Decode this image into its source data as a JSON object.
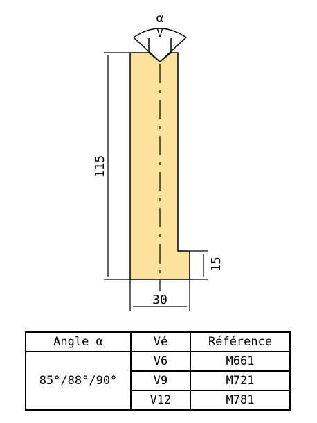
{
  "drawing": {
    "angle_symbol": "α",
    "vee_label": "V",
    "height_dim": "115",
    "step_dim": "15",
    "width_dim": "30",
    "fill_color": "#FAE29A",
    "line_color": "#000000"
  },
  "table": {
    "headers": [
      "Angle α",
      "Vé",
      "Référence"
    ],
    "angle_value": "85°/88°/90°",
    "rows": [
      {
        "vee": "V6",
        "reference": "M661"
      },
      {
        "vee": "V9",
        "reference": "M721"
      },
      {
        "vee": "V12",
        "reference": "M781"
      }
    ]
  }
}
